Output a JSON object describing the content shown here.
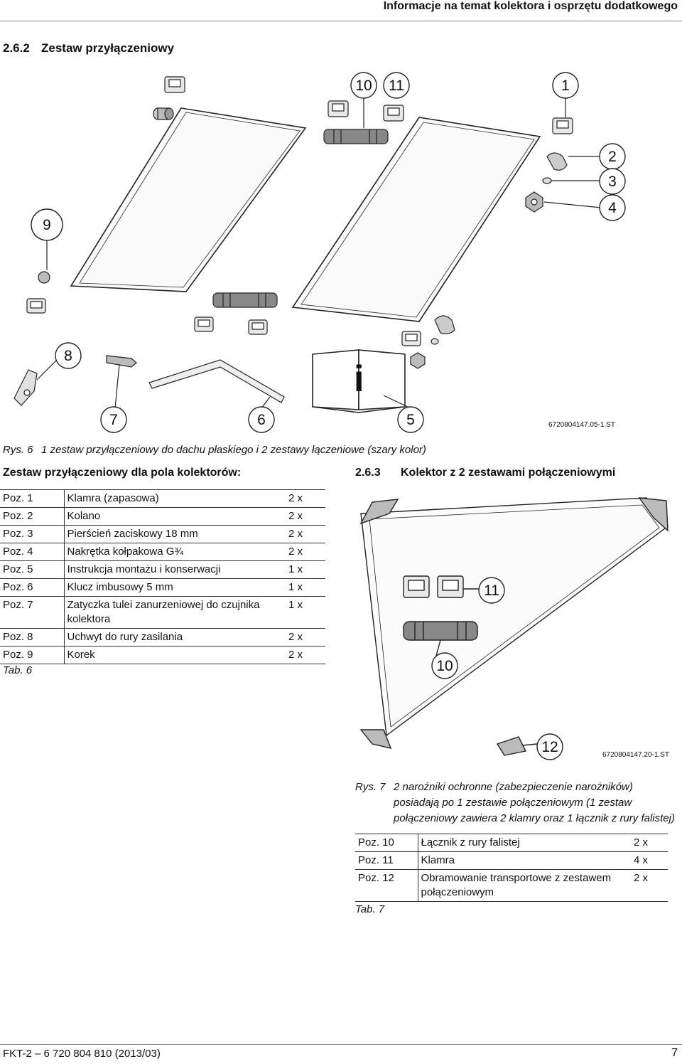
{
  "header": {
    "title": "Informacje na temat kolektora i osprzętu dodatkowego"
  },
  "section": {
    "number": "2.6.2",
    "title": "Zestaw przyłączeniowy"
  },
  "figure1": {
    "callouts": [
      "10",
      "11",
      "1",
      "2",
      "3",
      "4",
      "9",
      "8",
      "7",
      "6",
      "5"
    ],
    "doc_id": "6720804147.05-1.ST",
    "caption_label": "Rys. 6",
    "caption_text": "1 zestaw przyłączeniowy do dachu płaskiego i 2 zestawy łączeniowe (szary kolor)"
  },
  "table6": {
    "heading": "Zestaw przyłączeniowy dla pola kolektorów:",
    "rows": [
      {
        "pos": "Poz. 1",
        "desc": "Klamra (zapasowa)",
        "qty": "2 x"
      },
      {
        "pos": "Poz. 2",
        "desc": "Kolano",
        "qty": "2 x"
      },
      {
        "pos": "Poz. 3",
        "desc": "Pierścień zaciskowy 18 mm",
        "qty": "2 x"
      },
      {
        "pos": "Poz. 4",
        "desc": "Nakrętka kołpakowa G¾",
        "qty": "2 x"
      },
      {
        "pos": "Poz. 5",
        "desc": "Instrukcja montażu i konserwacji",
        "qty": "1 x"
      },
      {
        "pos": "Poz. 6",
        "desc": "Klucz imbusowy 5 mm",
        "qty": "1 x"
      },
      {
        "pos": "Poz. 7",
        "desc": "Zatyczka tulei zanurzeniowej do czujnika kolektora",
        "qty": "1 x"
      },
      {
        "pos": "Poz. 8",
        "desc": "Uchwyt do rury zasilania",
        "qty": "2 x"
      },
      {
        "pos": "Poz. 9",
        "desc": "Korek",
        "qty": "2 x"
      }
    ],
    "caption": "Tab. 6"
  },
  "section2": {
    "number": "2.6.3",
    "title": "Kolektor z 2 zestawami połączeniowymi"
  },
  "figure2": {
    "callouts": [
      "11",
      "10",
      "12"
    ],
    "doc_id": "6720804147.20-1.ST",
    "caption_label": "Rys. 7",
    "caption_text": "2 narożniki ochronne (zabezpieczenie narożników) posiadają po 1 zestawie połączeniowym (1 zestaw połączeniowy zawiera 2 klamry oraz 1 łącznik z rury falistej)"
  },
  "table7": {
    "rows": [
      {
        "pos": "Poz. 10",
        "desc": "Łącznik z rury falistej",
        "qty": "2 x"
      },
      {
        "pos": "Poz. 11",
        "desc": "Klamra",
        "qty": "4 x"
      },
      {
        "pos": "Poz. 12",
        "desc": "Obramowanie transportowe z zestawem połączeniowym",
        "qty": "2 x"
      }
    ],
    "caption": "Tab. 7"
  },
  "footer": {
    "doc": "FKT-2 – 6 720 804 810 (2013/03)",
    "page": "7"
  }
}
